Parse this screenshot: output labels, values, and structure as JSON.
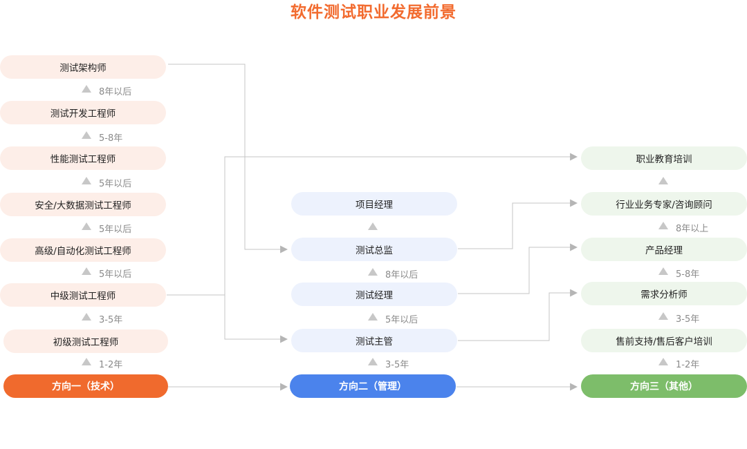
{
  "title": "软件测试职业发展前景",
  "col1": {
    "roles": [
      "测试架构师",
      "测试开发工程师",
      "性能测试工程师",
      "安全/大数据测试工程师",
      "高级/自动化测试工程师",
      "中级测试工程师",
      "初级测试工程师"
    ],
    "steps": [
      "8年以后",
      "5-8年",
      "5年以后",
      "5年以后",
      "5年以后",
      "3-5年",
      "1-2年"
    ],
    "base": "方向一（技术）",
    "color": "#f06a2d"
  },
  "col2": {
    "roles": [
      "项目经理",
      "测试总监",
      "测试经理",
      "测试主管"
    ],
    "steps": [
      "",
      "8年以后",
      "5年以后",
      "3-5年"
    ],
    "base": "方向二（管理）",
    "color": "#4b83ec"
  },
  "col3": {
    "roles": [
      "职业教育培训",
      "行业业务专家/咨询顾问",
      "产品经理",
      "需求分析师",
      "售前支持/售后客户培训"
    ],
    "steps": [
      "",
      "8年以上",
      "5-8年",
      "3-5年",
      "1-2年"
    ],
    "base": "方向三（其他）",
    "color": "#7dbd6a"
  },
  "title_color": "#f26b2f"
}
